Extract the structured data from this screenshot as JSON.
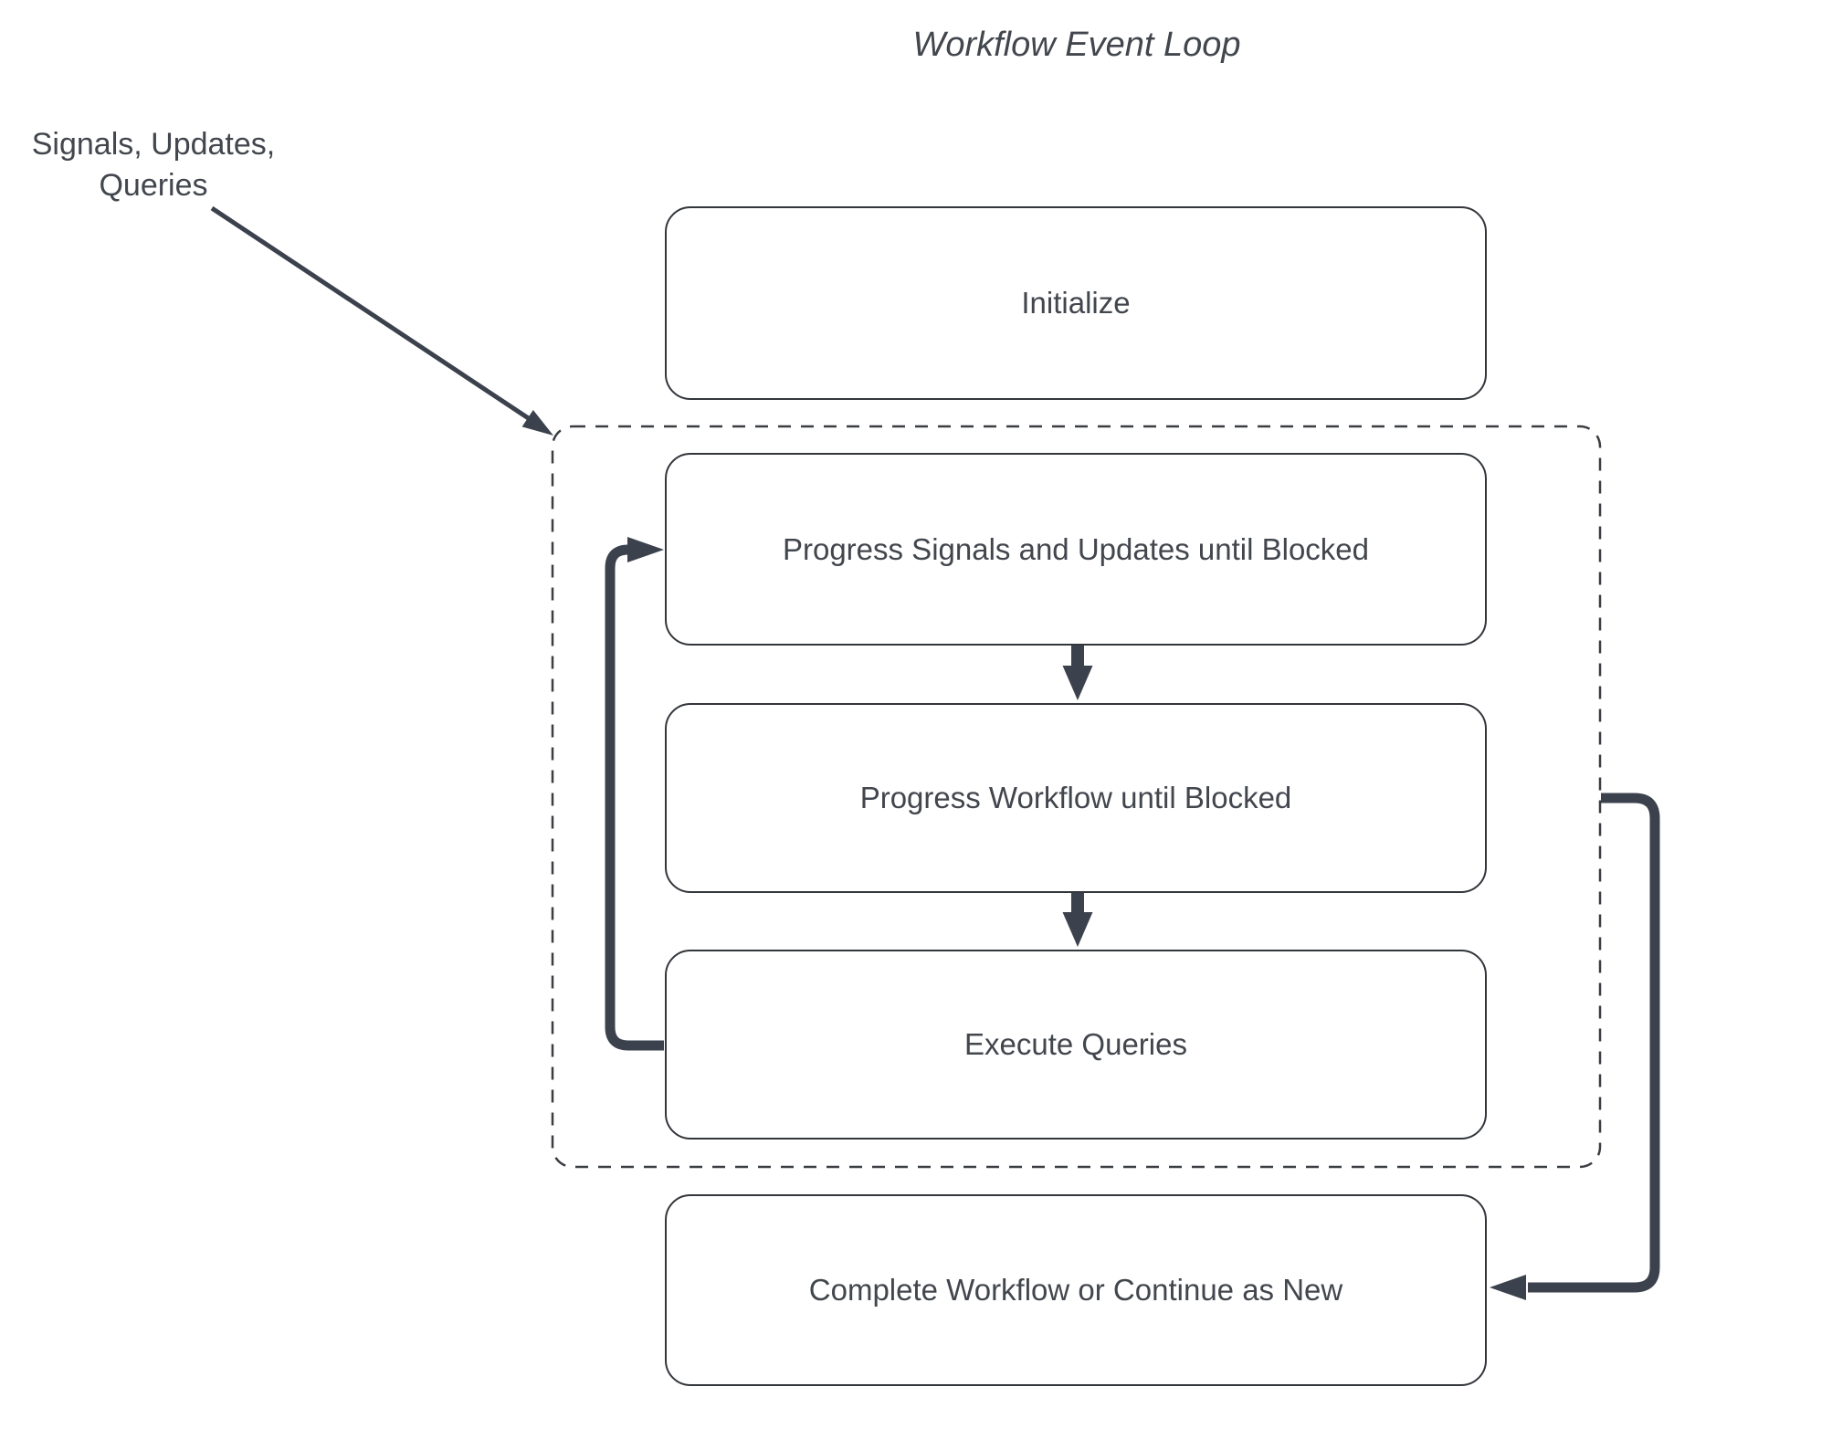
{
  "diagram": {
    "title": "Workflow Event Loop",
    "annotation": {
      "line1": "Signals, Updates,",
      "line2": "Queries"
    },
    "nodes": {
      "initialize": "Initialize",
      "progress_signals": "Progress Signals and Updates until Blocked",
      "progress_workflow": "Progress Workflow until Blocked",
      "execute_queries": "Execute Queries",
      "complete": "Complete Workflow or Continue as New"
    },
    "groups": {
      "event_loop": "dashed container around the three progress/execute steps"
    },
    "edges": [
      {
        "from": "signals-updates-queries-annotation",
        "to": "event-loop-group",
        "style": "thin-arrow"
      },
      {
        "from": "progress_signals",
        "to": "progress_workflow",
        "style": "thick-down-arrow"
      },
      {
        "from": "progress_workflow",
        "to": "execute_queries",
        "style": "thick-down-arrow"
      },
      {
        "from": "execute_queries",
        "to": "progress_signals",
        "style": "thick-loopback-arrow"
      },
      {
        "from": "event-loop-group",
        "to": "complete",
        "style": "thick-elbow-arrow"
      }
    ],
    "colors": {
      "background": "#ffffff",
      "arrow": "#3c424d",
      "node_border": "#33363b",
      "dashed_border": "#3a3d42",
      "text": "#42464d"
    }
  }
}
